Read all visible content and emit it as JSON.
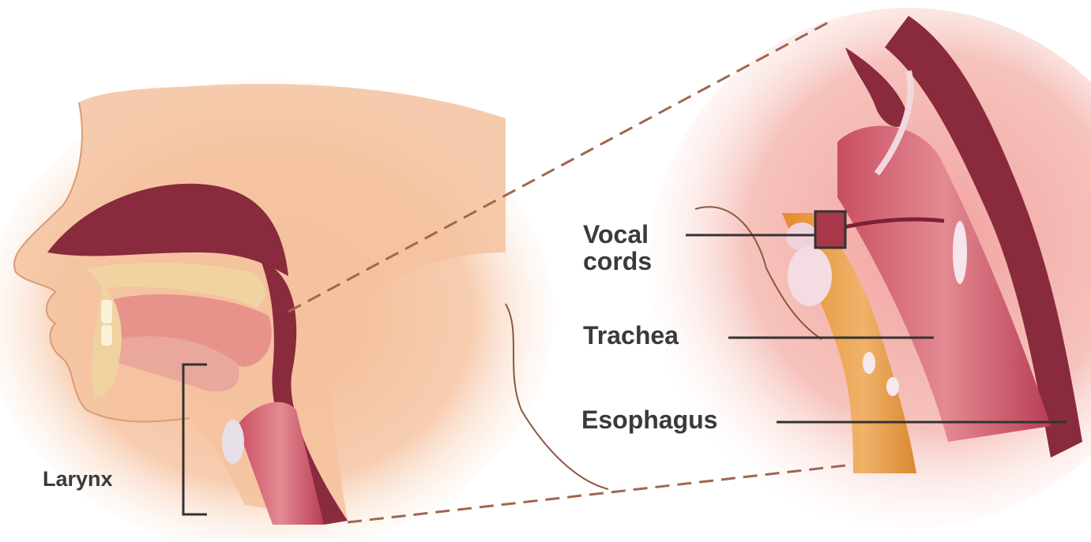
{
  "labels": {
    "vocal_cords": [
      "Vocal",
      "cords"
    ],
    "trachea": "Trachea",
    "esophagus": "Esophagus",
    "larynx": "Larynx"
  },
  "colors": {
    "skin": "#f6c6a2",
    "skin_dark": "#e7a07a",
    "cavity_maroon": "#8a2a3d",
    "trachea_pink": "#d86a7a",
    "esophagus_orange": "#e8a04e",
    "bone_cream": "#f2dcae",
    "label_text": "#3a3a3a",
    "dashed_line": "#a0674f"
  }
}
